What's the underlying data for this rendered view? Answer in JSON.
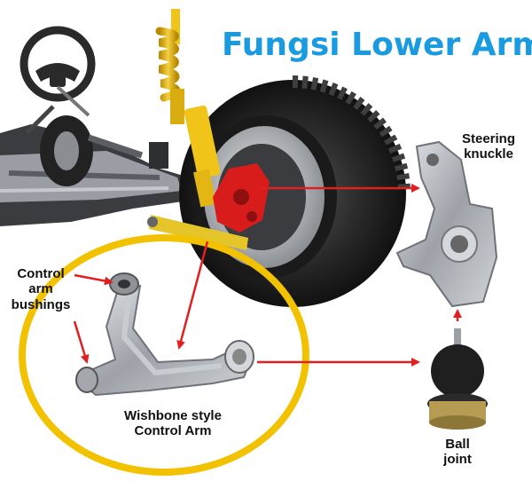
{
  "title": "Fungsi Lower Arm",
  "labels": {
    "steering_knuckle": [
      "Steering",
      "knuckle"
    ],
    "control_arm_bushings": [
      "Control",
      "arm",
      "bushings"
    ],
    "wishbone": [
      "Wishbone style",
      "Control Arm"
    ],
    "ball_joint": [
      "Ball",
      "joint"
    ]
  },
  "colors": {
    "title": "#1a9be0",
    "arrow": "#e02020",
    "highlight_circle": "#f2c200",
    "caliper": "#d81c1c",
    "strut_spring": "#f0c419",
    "tire": "#1e1e1e",
    "metal": "#a9adb3"
  },
  "icons": [
    "steering-wheel-icon"
  ]
}
